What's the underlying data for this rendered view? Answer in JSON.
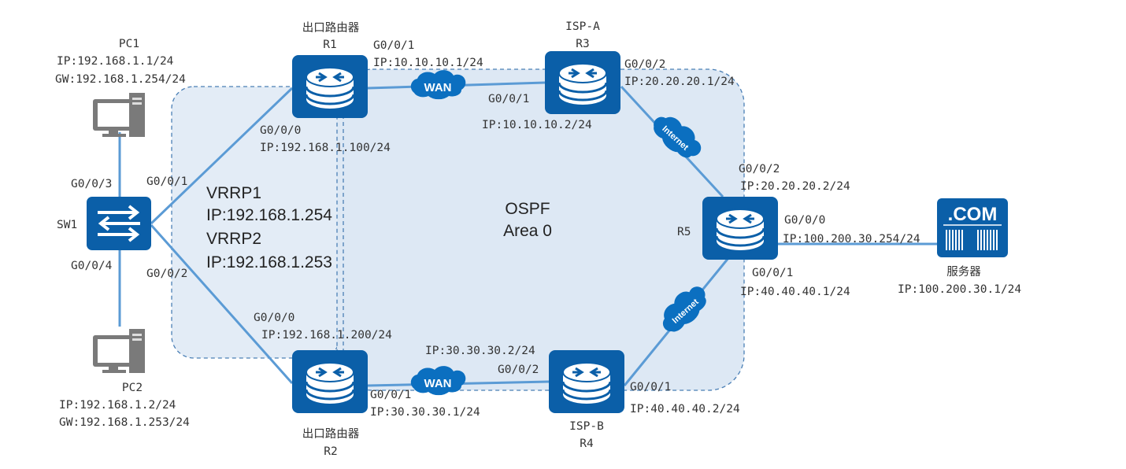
{
  "colors": {
    "device": "#0b5fa8",
    "link": "#5b9bd5",
    "region_fill": "#dde8f4",
    "region_border": "#4a7fb5",
    "pc": "#7a7a7a"
  },
  "regions": {
    "ospf": {
      "line1": "OSPF",
      "line2": "Area 0"
    },
    "vrrp": {
      "vrrp1": "VRRP1",
      "vrrp1_ip": "IP:192.168.1.254",
      "vrrp2": "VRRP2",
      "vrrp2_ip": "IP:192.168.1.253"
    }
  },
  "devices": {
    "pc1": {
      "name": "PC1",
      "ip": "IP:192.168.1.1/24",
      "gw": "GW:192.168.1.254/24",
      "icon": "pc-icon"
    },
    "pc2": {
      "name": "PC2",
      "ip": "IP:192.168.1.2/24",
      "gw": "GW:192.168.1.253/24",
      "icon": "pc-icon"
    },
    "sw1": {
      "name": "SW1",
      "g3": "G0/0/3",
      "g1": "G0/0/1",
      "g4": "G0/0/4",
      "g2": "G0/0/2",
      "icon": "switch-icon"
    },
    "r1": {
      "title": "出口路由器",
      "name": "R1",
      "g1": "G0/0/1",
      "g1_ip": "IP:10.10.10.1/24",
      "g0": "G0/0/0",
      "g0_ip": "IP:192.168.1.100/24",
      "icon": "router-icon"
    },
    "r2": {
      "title": "出口路由器",
      "name": "R2",
      "g0": "G0/0/0",
      "g0_ip": "IP:192.168.1.200/24",
      "g1": "G0/0/1",
      "g1_ip": "IP:30.30.30.1/24",
      "icon": "router-icon"
    },
    "r3": {
      "title": "ISP-A",
      "name": "R3",
      "g1": "G0/0/1",
      "g1_ip": "IP:10.10.10.2/24",
      "g2": "G0/0/2",
      "g2_ip": "IP:20.20.20.1/24",
      "icon": "router-icon"
    },
    "r4": {
      "title": "ISP-B",
      "name": "R4",
      "g2": "G0/0/2",
      "g2_ip": "IP:30.30.30.2/24",
      "g1": "G0/0/1",
      "g1_ip": "IP:40.40.40.2/24",
      "icon": "router-icon"
    },
    "r5": {
      "name": "R5",
      "g2": "G0/0/2",
      "g2_ip": "IP:20.20.20.2/24",
      "g0": "G0/0/0",
      "g0_ip": "IP:100.200.30.254/24",
      "g1": "G0/0/1",
      "g1_ip": "IP:40.40.40.1/24",
      "icon": "router-icon"
    },
    "server": {
      "logo": ".COM",
      "name": "服务器",
      "ip": "IP:100.200.30.1/24",
      "icon": "server-icon"
    }
  },
  "clouds": {
    "wan1": "WAN",
    "wan2": "WAN",
    "internet1": "Internet",
    "internet2": "Internet"
  }
}
